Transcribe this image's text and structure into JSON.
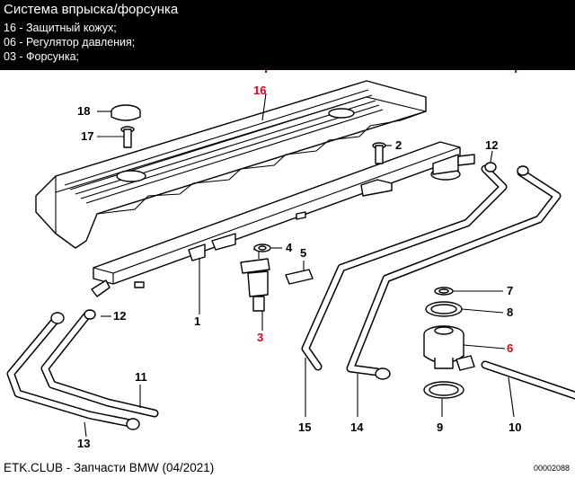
{
  "header": {
    "title": "Система впрыска/форсунка",
    "lines": [
      "16 - Защитный кожух;",
      "06 - Регулятор давления;",
      "03 - Форсунка;"
    ]
  },
  "diagram": {
    "callouts": {
      "p1": "1",
      "p2": "2",
      "p3": "3",
      "p4": "4",
      "p5": "5",
      "p6": "6",
      "p7": "7",
      "p8": "8",
      "p9": "9",
      "p10": "10",
      "p11": "11",
      "p12a": "12",
      "p12b": "12",
      "p13": "13",
      "p14": "14",
      "p15": "15",
      "p16": "16",
      "p17": "17",
      "p18": "18"
    },
    "highlighted": [
      "16",
      "6",
      "3"
    ],
    "highlight_color": "#d9001b"
  },
  "footer": {
    "text": "ETK.CLUB - Запчасти BMW (04/2021)",
    "drawing_id": "00002088"
  }
}
